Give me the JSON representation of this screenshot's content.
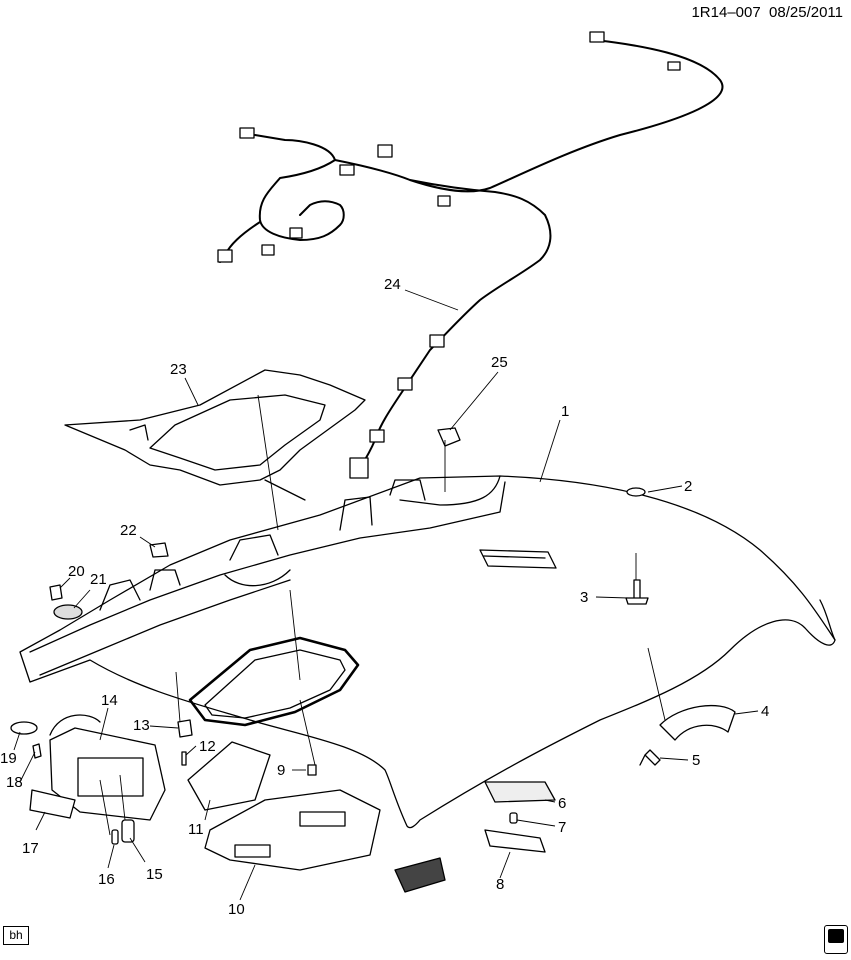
{
  "header": {
    "code": "1R14–007",
    "date": "08/25/2011"
  },
  "footer": {
    "tag": "bh"
  },
  "callouts": [
    {
      "num": "1"
    },
    {
      "num": "2"
    },
    {
      "num": "3"
    },
    {
      "num": "4"
    },
    {
      "num": "5"
    },
    {
      "num": "6"
    },
    {
      "num": "7"
    },
    {
      "num": "8"
    },
    {
      "num": "9"
    },
    {
      "num": "10"
    },
    {
      "num": "11"
    },
    {
      "num": "12"
    },
    {
      "num": "13"
    },
    {
      "num": "14"
    },
    {
      "num": "15"
    },
    {
      "num": "16"
    },
    {
      "num": "17"
    },
    {
      "num": "18"
    },
    {
      "num": "19"
    },
    {
      "num": "20"
    },
    {
      "num": "21"
    },
    {
      "num": "22"
    },
    {
      "num": "23"
    },
    {
      "num": "24"
    },
    {
      "num": "25"
    }
  ]
}
